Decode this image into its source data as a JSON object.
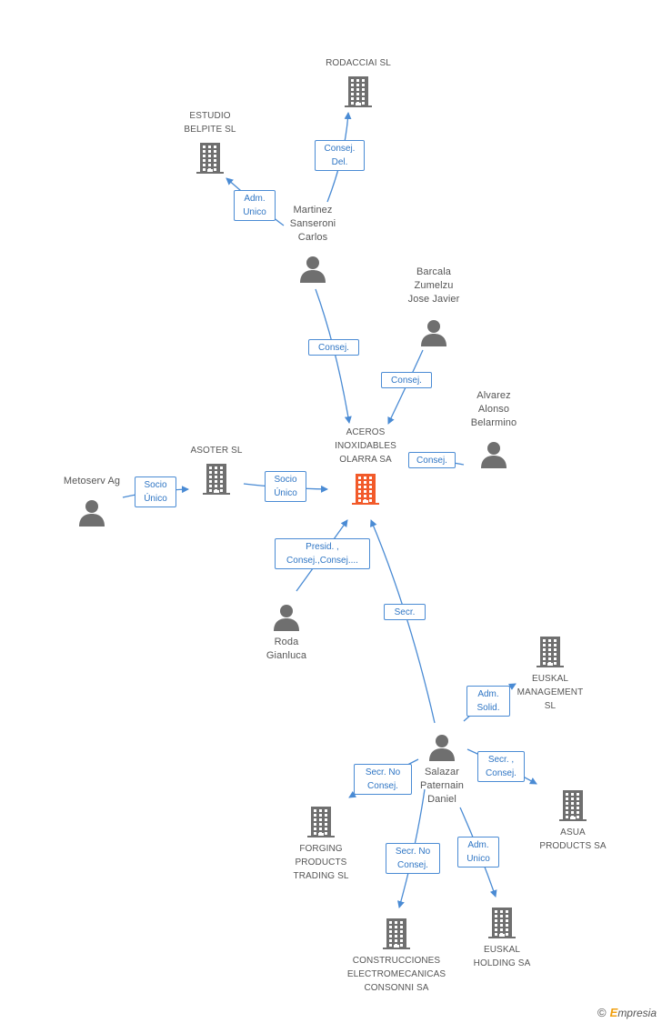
{
  "colors": {
    "edge": "#4a8bd4",
    "label_text": "#2e75c4",
    "node_gray": "#6f6f6f",
    "focus": "#f25a2a"
  },
  "nodes": [
    {
      "id": "rodacciai",
      "type": "company",
      "label": "RODACCIAI SL",
      "icon": "building-icon"
    },
    {
      "id": "estudio",
      "type": "company",
      "label": "ESTUDIO\nBELPITE SL",
      "icon": "building-icon"
    },
    {
      "id": "martinez",
      "type": "person",
      "label": "Martinez\nSanseroni\nCarlos",
      "icon": "person-icon"
    },
    {
      "id": "barcala",
      "type": "person",
      "label": "Barcala\nZumelzu\nJose Javier",
      "icon": "person-icon"
    },
    {
      "id": "alvarez",
      "type": "person",
      "label": "Alvarez\nAlonso\nBelarmino",
      "icon": "person-icon"
    },
    {
      "id": "aceros",
      "type": "company",
      "label": "ACEROS\nINOXIDABLES\nOLARRA SA",
      "icon": "building-icon",
      "focus": true
    },
    {
      "id": "asoter",
      "type": "company",
      "label": "ASOTER SL",
      "icon": "building-icon"
    },
    {
      "id": "metoserv",
      "type": "person",
      "label": "Metoserv Ag",
      "icon": "person-icon"
    },
    {
      "id": "roda",
      "type": "person",
      "label": "Roda\nGianluca",
      "icon": "person-icon"
    },
    {
      "id": "euskal_mgmt",
      "type": "company",
      "label": "EUSKAL\nMANAGEMENT\nSL",
      "icon": "building-icon"
    },
    {
      "id": "salazar",
      "type": "person",
      "label": "Salazar\nPaternain\nDaniel",
      "icon": "person-icon"
    },
    {
      "id": "asua",
      "type": "company",
      "label": "ASUA\nPRODUCTS SA",
      "icon": "building-icon"
    },
    {
      "id": "forging",
      "type": "company",
      "label": "FORGING\nPRODUCTS\nTRADING SL",
      "icon": "building-icon"
    },
    {
      "id": "construcciones",
      "type": "company",
      "label": "CONSTRUCCIONES\nELECTROMECANICAS\nCONSONNI SA",
      "icon": "building-icon"
    },
    {
      "id": "euskal_holding",
      "type": "company",
      "label": "EUSKAL\nHOLDING SA",
      "icon": "building-icon"
    }
  ],
  "relations": [
    {
      "id": "r1",
      "from": "martinez",
      "to": "rodacciai",
      "label": "Consej.\nDel."
    },
    {
      "id": "r2",
      "from": "martinez",
      "to": "estudio",
      "label": "Adm.\nUnico"
    },
    {
      "id": "r3",
      "from": "martinez",
      "to": "aceros",
      "label": "Consej."
    },
    {
      "id": "r4",
      "from": "barcala",
      "to": "aceros",
      "label": "Consej."
    },
    {
      "id": "r5",
      "from": "alvarez",
      "to": "aceros",
      "label": "Consej."
    },
    {
      "id": "r6",
      "from": "metoserv",
      "to": "asoter",
      "label": "Socio\nÚnico"
    },
    {
      "id": "r7",
      "from": "asoter",
      "to": "aceros",
      "label": "Socio\nÚnico"
    },
    {
      "id": "r8",
      "from": "roda",
      "to": "aceros",
      "label": "Presid. ,\nConsej.,Consej...."
    },
    {
      "id": "r9",
      "from": "salazar",
      "to": "aceros",
      "label": "Secr."
    },
    {
      "id": "r10",
      "from": "salazar",
      "to": "euskal_mgmt",
      "label": "Adm.\nSolid."
    },
    {
      "id": "r11",
      "from": "salazar",
      "to": "asua",
      "label": "Secr. ,\nConsej."
    },
    {
      "id": "r12",
      "from": "salazar",
      "to": "forging",
      "label": "Secr.  No\nConsej."
    },
    {
      "id": "r13",
      "from": "salazar",
      "to": "construcciones",
      "label": "Secr.  No\nConsej."
    },
    {
      "id": "r14",
      "from": "salazar",
      "to": "euskal_holding",
      "label": "Adm.\nUnico"
    }
  ],
  "brand": {
    "copyright": "©",
    "first_letter": "E",
    "rest": "mpresia"
  }
}
